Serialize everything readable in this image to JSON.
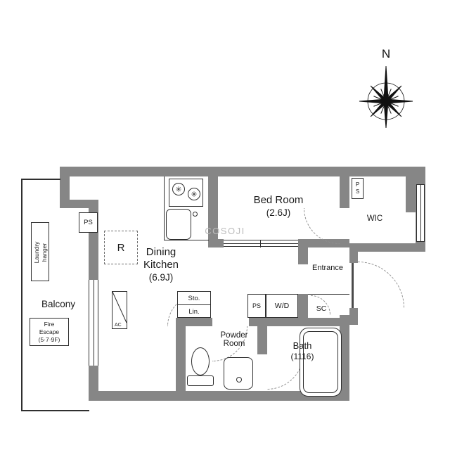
{
  "compass": {
    "north_label": "N"
  },
  "watermark": "COSOJI",
  "rooms": {
    "bedroom": {
      "name": "Bed Room",
      "size": "(2.6J)"
    },
    "wic": {
      "name": "WIC"
    },
    "dining_kitchen": {
      "line1": "Dining",
      "line2": "Kitchen",
      "size": "(6.9J)"
    },
    "balcony": {
      "name": "Balcony"
    },
    "entrance": {
      "name": "Entrance"
    },
    "powder_room": {
      "line1": "Powder",
      "line2": "Room"
    },
    "bath": {
      "name": "Bath",
      "size": "(1116)"
    },
    "washer_dryer": {
      "name": "W/D"
    },
    "shoe_closet": {
      "name": "SC"
    },
    "storage_linen": {
      "line1": "Sto.",
      "line2": "Lin."
    }
  },
  "labels": {
    "ps_top_right": "PS",
    "ps_kitchen": "PS",
    "ps_corridor": "PS",
    "refrigerator": "R",
    "air_conditioner": "AC",
    "laundry_hanger_line1": "Laundry",
    "laundry_hanger_line2": "hanger",
    "fire_escape_line1": "Fire",
    "fire_escape_line2": "Escape",
    "fire_escape_line3": "(5·7·9F)"
  }
}
